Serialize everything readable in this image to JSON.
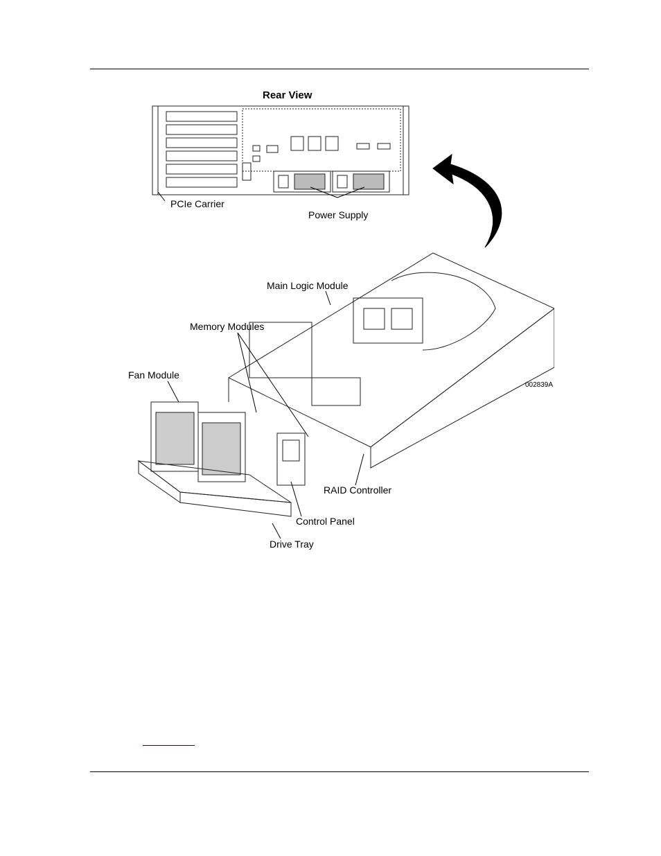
{
  "figure": {
    "rear_view_title": "Rear View",
    "labels": {
      "pcie_carrier": "PCIe Carrier",
      "power_supply": "Power Supply",
      "main_logic_module": "Main Logic Module",
      "memory_modules": "Memory Modules",
      "fan_module": "Fan Module",
      "raid_controller": "RAID Controller",
      "control_panel": "Control Panel",
      "drive_tray": "Drive Tray",
      "figure_code": "002839A"
    }
  },
  "colors": {
    "line": "#000000",
    "link": "#0000cc",
    "background": "#ffffff"
  }
}
